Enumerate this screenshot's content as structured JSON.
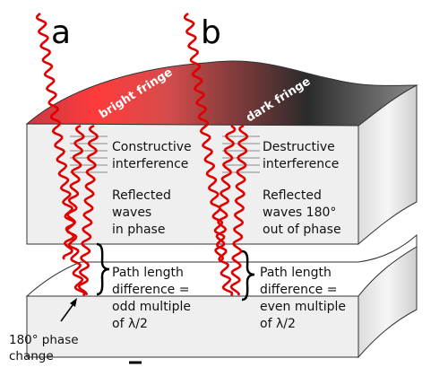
{
  "panels": {
    "a": {
      "letter": "a",
      "fringe_label": "bright fringe",
      "interference": [
        "Constructive",
        "interference"
      ],
      "reflected": [
        "Reflected",
        "waves",
        "in phase"
      ],
      "path": [
        "Path length",
        "difference =",
        "odd multiple",
        "of λ/2"
      ]
    },
    "b": {
      "letter": "b",
      "fringe_label": "dark fringe",
      "interference": [
        "Destructive",
        "interference"
      ],
      "reflected": [
        "Reflected",
        "waves 180°",
        "out of phase"
      ],
      "path": [
        "Path length",
        "difference =",
        "even multiple",
        "of λ/2"
      ]
    }
  },
  "phase_change": [
    "180° phase",
    "change"
  ],
  "colors": {
    "wave": "#e00000",
    "bright": "#ff3333",
    "dark": "#222222",
    "slab_front": "#efefef",
    "slab_side": "#e2e2e2",
    "outline": "#333333"
  }
}
